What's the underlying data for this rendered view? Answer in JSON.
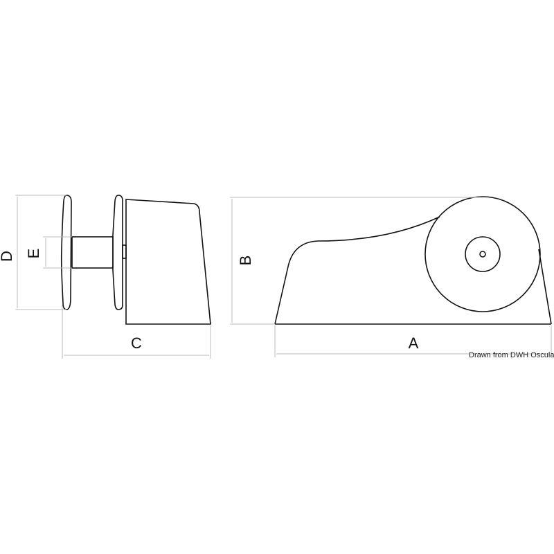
{
  "labels": {
    "a": "A",
    "b": "B",
    "c": "C",
    "d": "D",
    "e": "E"
  },
  "credit": "Drawn from DWH Osculati Srl",
  "colors": {
    "outline": "#111111",
    "dimension": "#bbbbbb"
  }
}
